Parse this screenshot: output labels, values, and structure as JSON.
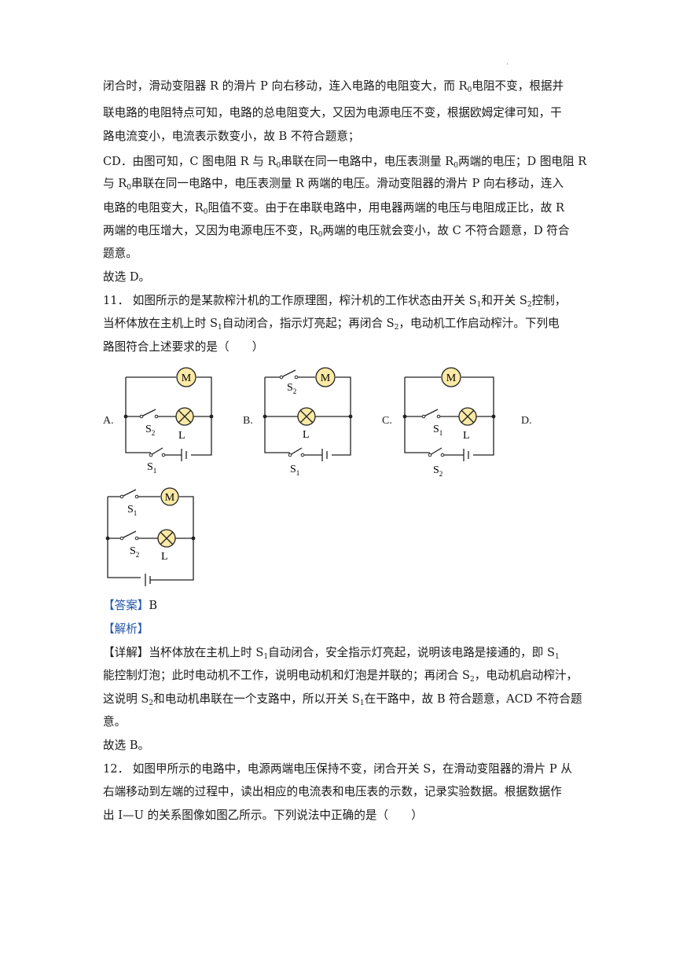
{
  "lines": [
    "闭合时，滑动变阻器 R 的滑片 P 向右移动，连入电路的电阻变大，而 R",
    "电阻不变，根据并",
    "联电路的电阻特点可知，电路的总电阻变大，又因为电源电压不变，根据欧姆定律可知，干",
    "路电流变小，电流表示数变小，故 B 不符合题意；",
    "CD．由图可知，C 图电阻 R 与 R",
    "串联在同一电路中，电压表测量 R",
    "两端的电压；D 图电阻 R",
    "与 R",
    "串联在同一电路中，电压表测量 R 两端的电压。滑动变阻器的滑片 P 向右移动，连入",
    "电路的电阻变大，R",
    "阻值不变。由于在串联电路中，用电器两端的电压与电阻成正比，故 R",
    "两端的电压增大，又因为电源电压不变，R",
    "两端的电压就会变小，故 C 不符合题意，D 符合",
    "题意。",
    "故选 D。",
    "11．  如图所示的是某款榨汁机的工作原理图，榨汁机的工作状态由开关 S",
    "和开关 S",
    "控制，",
    "当杯体放在主机上时 S",
    "自动闭合，指示灯亮起；再闭合 S",
    "，电动机工作启动榨汁。下列电",
    "路图符合上述要求的是（　　）"
  ],
  "subs": {
    "zero": "0",
    "one": "1",
    "two": "2"
  },
  "options": {
    "a": "A.",
    "b": "B.",
    "c": "C.",
    "d": "D."
  },
  "circuit_labels": {
    "motor": "M",
    "lamp": "L",
    "s": "S"
  },
  "answer": {
    "tag": "【答案】",
    "value": "B"
  },
  "analysis_tag": "【解析】",
  "detail": [
    "【详解】",
    "当杯体放在主机上时 S",
    "自动闭合，安全指示灯亮起，说明该电路是接通的，即 S",
    "能控制灯泡；此时电动机不工作，说明电动机和灯泡是并联的；再闭合 S",
    "，电动机启动榨汁，",
    "这说明 S",
    "和电动机串联在一个支路中，所以开关 S",
    "在干路中，故 B 符合题意，ACD 不符合题",
    "意。",
    "故选 B。"
  ],
  "q12": [
    "12．  如图甲所示的电路中，电源两端电压保持不变，闭合开关 S，在滑动变阻器的滑片 P 从",
    "右端移动到左端的过程中，读出相应的电流表和电压表的示数，记录实验数据。根据数据作",
    "出 I—U 的关系图像如图乙所示。下列说法中正确的是（　　）"
  ],
  "corner_mark": "."
}
